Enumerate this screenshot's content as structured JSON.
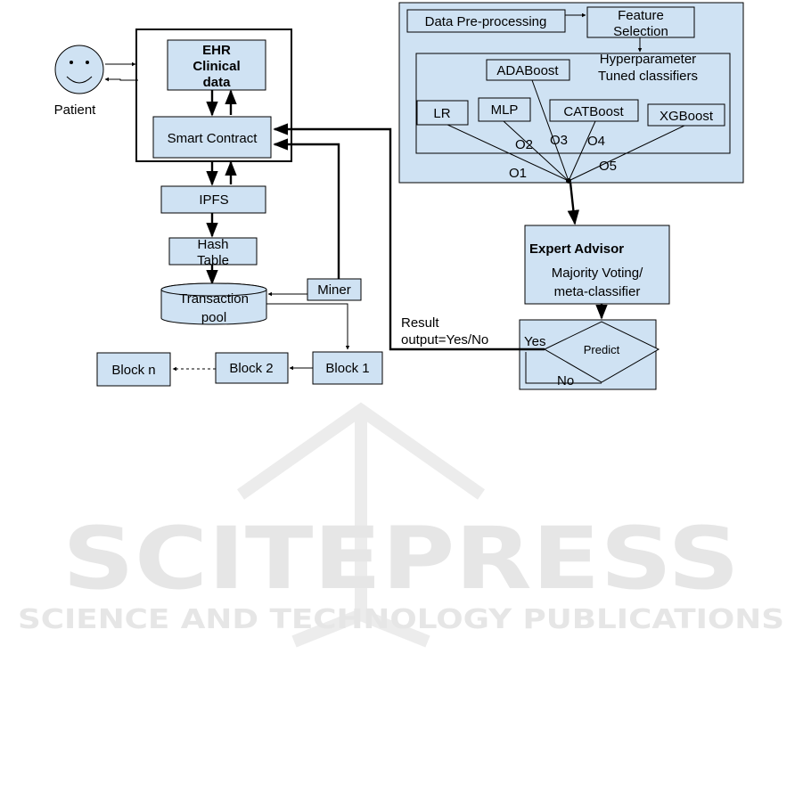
{
  "diagram": {
    "patient": {
      "label": "Patient"
    },
    "ehr": {
      "line1": "EHR",
      "line2": "Clinical",
      "line3": "data"
    },
    "smart_contract": "Smart Contract",
    "ipfs": "IPFS",
    "hash_table": {
      "line1": "Hash",
      "line2": "Table"
    },
    "transaction_pool": {
      "line1": "Transaction",
      "line2": "pool"
    },
    "miner": "Miner",
    "blocks": {
      "block1": "Block 1",
      "block2": "Block 2",
      "blockn": "Block n"
    },
    "preprocessing": "Data Pre-processing",
    "feature_selection": {
      "line1": "Feature",
      "line2": "Selection"
    },
    "hyperparameter": {
      "line1": "Hyperparameter",
      "line2": "Tuned classifiers"
    },
    "classifiers": {
      "lr": "LR",
      "mlp": "MLP",
      "adaboost": "ADABoost",
      "catboost": "CATBoost",
      "xgboost": "XGBoost"
    },
    "outputs": {
      "o1": "O1",
      "o2": "O2",
      "o3": "O3",
      "o4": "O4",
      "o5": "O5"
    },
    "expert_advisor": {
      "title": "Expert Advisor",
      "line1": "Majority Voting/",
      "line2": "meta-classifier"
    },
    "predict": {
      "label": "Predict",
      "yes": "Yes",
      "no": "No"
    },
    "result": {
      "line1": "Result",
      "line2": "output=Yes/No"
    }
  },
  "watermark": {
    "line1": "SCITEPRESS",
    "line2": "SCIENCE AND TECHNOLOGY PUBLICATIONS"
  }
}
